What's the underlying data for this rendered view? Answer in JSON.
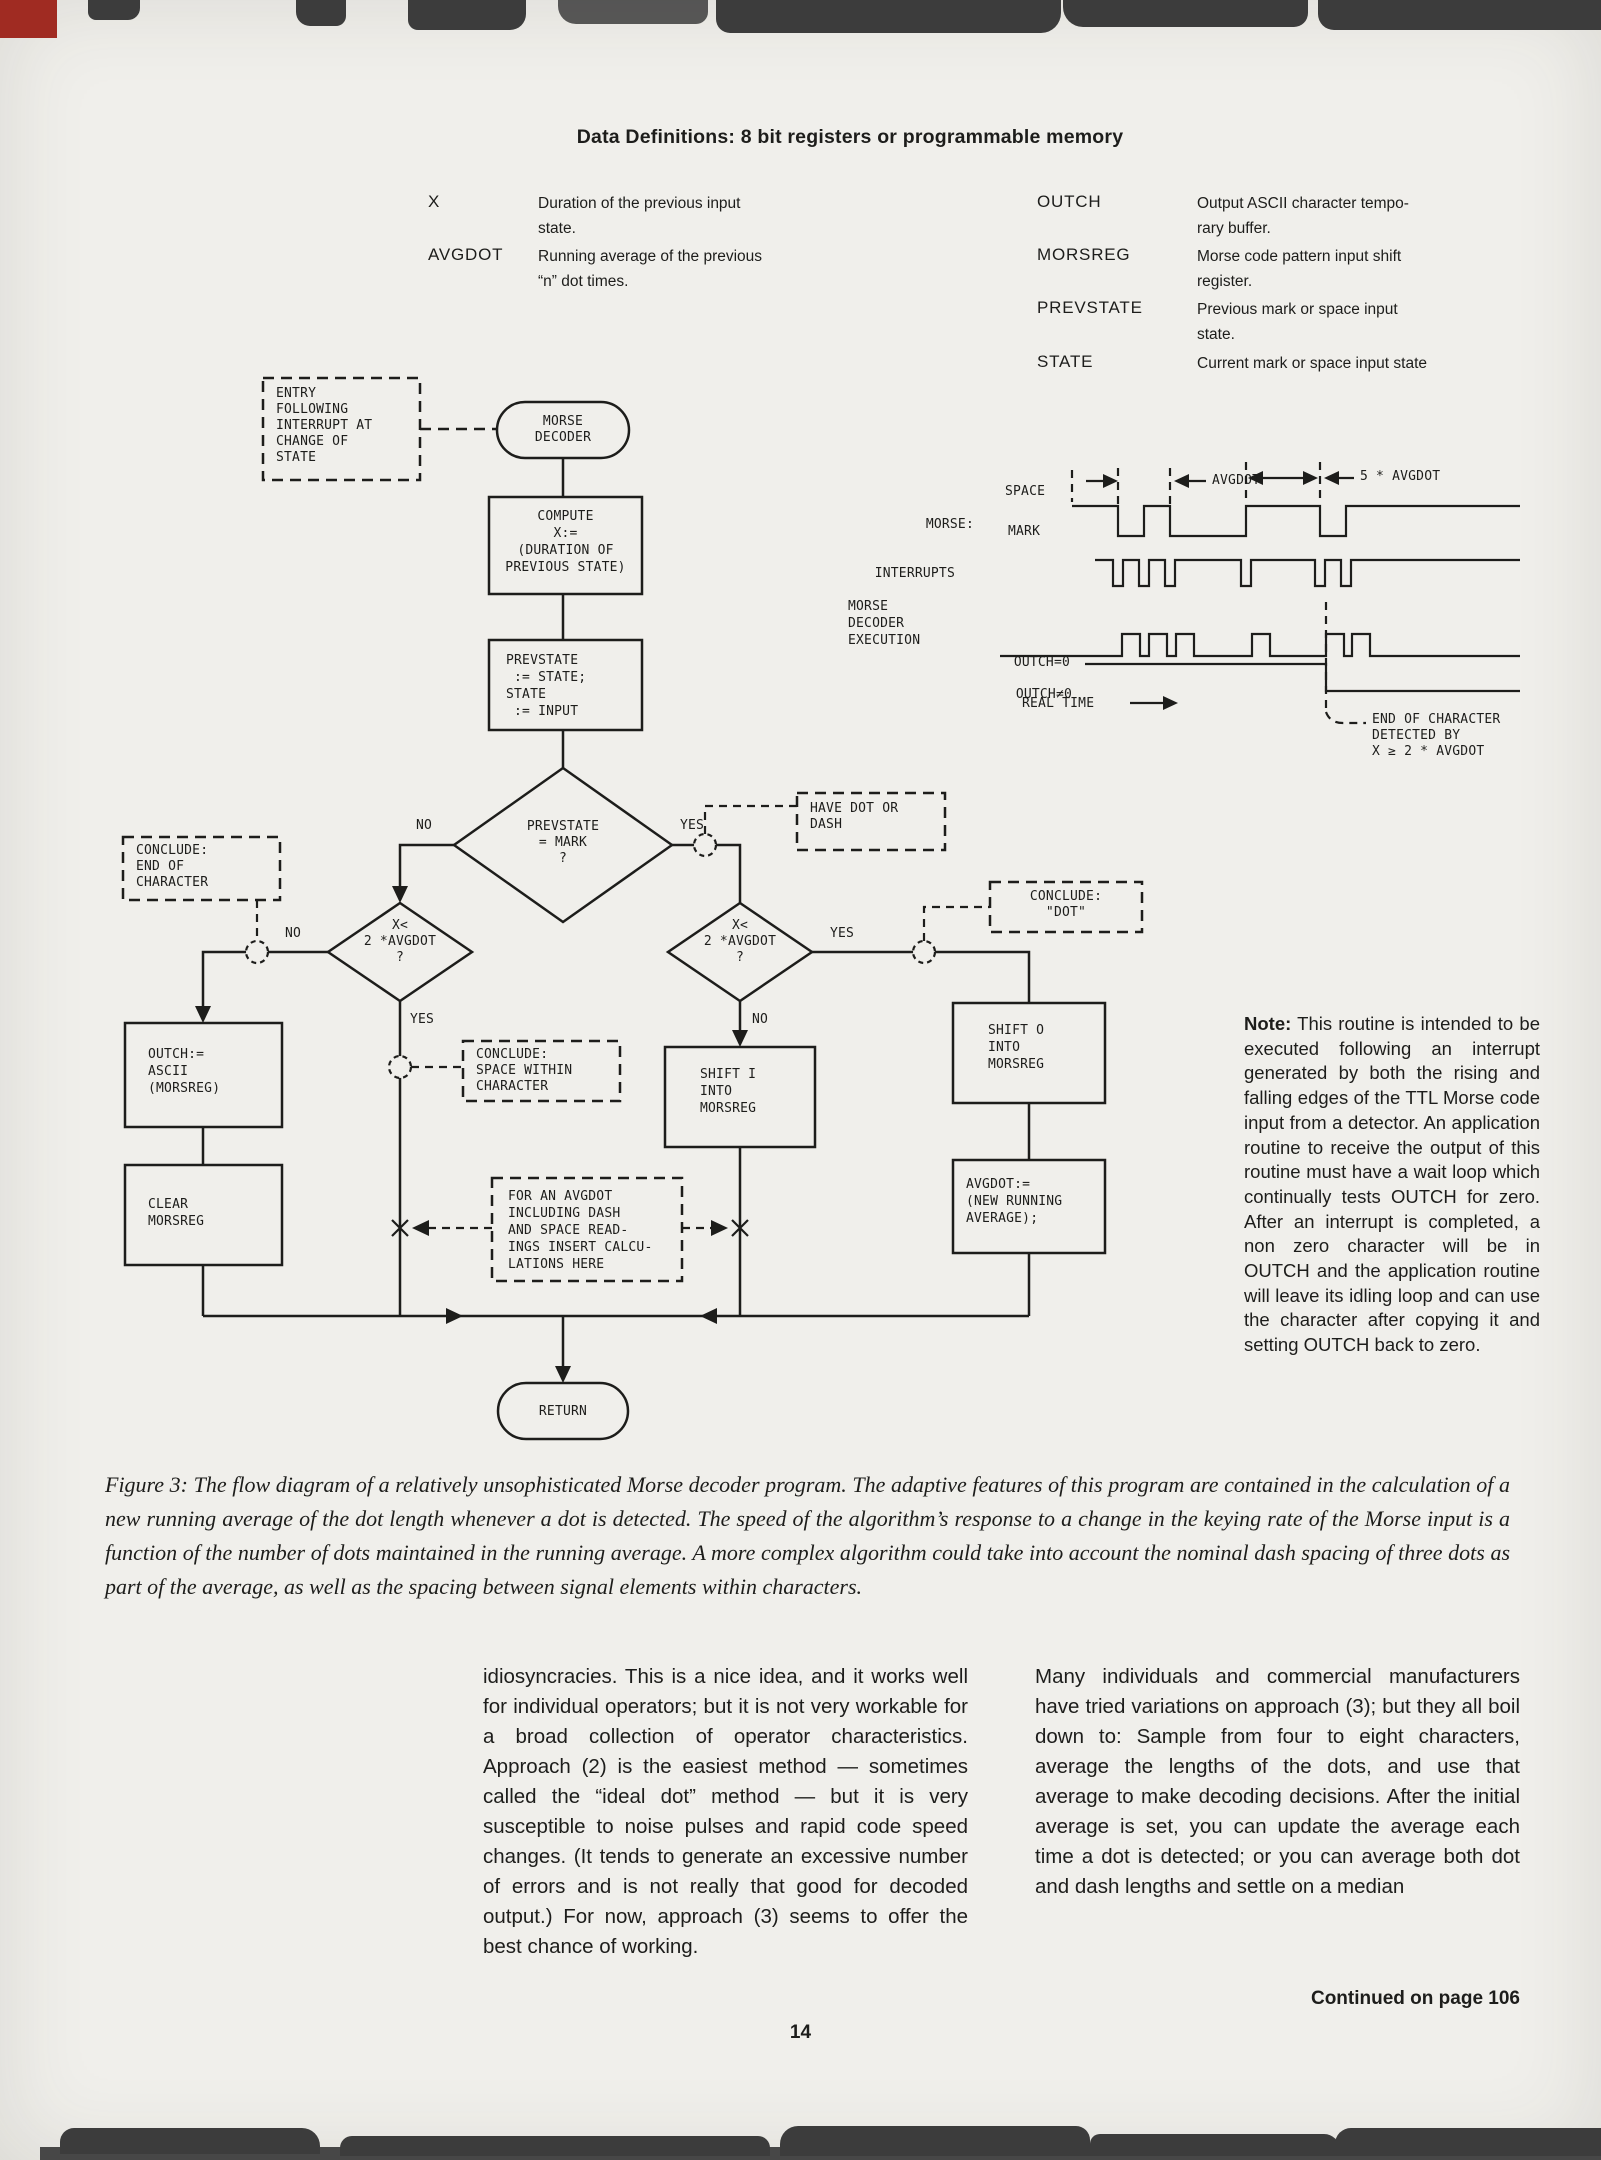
{
  "colors": {
    "paper": "#f0efeb",
    "ink": "#1d1d1b",
    "artifact": "#3c3c3c",
    "red": "#a02b22"
  },
  "header": {
    "title": "Data Definitions: 8 bit registers or programmable memory"
  },
  "definitions": {
    "left": [
      {
        "term": "X",
        "desc": "Duration of the previous input\nstate."
      },
      {
        "term": "AVGDOT",
        "desc": "Running average of the previous\n“n” dot times."
      }
    ],
    "right": [
      {
        "term": "OUTCH",
        "desc": "Output ASCII character tempo-\nrary buffer."
      },
      {
        "term": "MORSREG",
        "desc": "Morse code pattern input shift\nregister."
      },
      {
        "term": "PREVSTATE",
        "desc": "Previous mark or space input\nstate."
      },
      {
        "term": "STATE",
        "desc": "Current mark or space input state"
      }
    ]
  },
  "flow": {
    "entry": "ENTRY\nFOLLOWING\nINTERRUPT AT\nCHANGE OF\nSTATE",
    "start": "MORSE\nDECODER",
    "compute": "COMPUTE\nX:=\n(DURATION OF\nPREVIOUS STATE)",
    "prevstate": "PREVSTATE\n := STATE;\nSTATE\n := INPUT",
    "d1": "PREVSTATE\n= MARK\n?",
    "d1_no": "NO",
    "d1_yes": "YES",
    "have_dot": "HAVE DOT OR\nDASH",
    "conclude_end": "CONCLUDE:\nEND OF\nCHARACTER",
    "d2": "X<\n2 *AVGDOT\n?",
    "d2_no": "NO",
    "d2_yes": "YES",
    "outch": "OUTCH:=\nASCII\n(MORSREG)",
    "clear": "CLEAR\nMORSREG",
    "conclude_space": "CONCLUDE:\nSPACE WITHIN\nCHARACTER",
    "d3": "X<\n2 *AVGDOT\n?",
    "d3_yes": "YES",
    "d3_no": "NO",
    "conclude_dot": "CONCLUDE:\n\"DOT\"",
    "shift1": "SHIFT I\nINTO\nMORSREG",
    "shift0": "SHIFT O\nINTO\nMORSREG",
    "calc_note": "FOR AN AVGDOT\nINCLUDING DASH\nAND SPACE READ-\nINGS INSERT CALCU-\nLATIONS HERE",
    "new_avg": "AVGDOT:=\n(NEW RUNNING\nAVERAGE);",
    "return": "RETURN"
  },
  "timing": {
    "space": "SPACE",
    "mark": "MARK",
    "morse": "MORSE:",
    "interrupts": "INTERRUPTS",
    "exec": "MORSE\nDECODER\nEXECUTION",
    "outch_zero": "OUTCH=0",
    "outch_nonzero": "OUTCH≠0",
    "real_time": "REAL TIME",
    "avgdot": "AVGDOT",
    "five_avgdot": "5 * AVGDOT",
    "end_of_char": "END OF CHARACTER\nDETECTED BY\nX ≥ 2 * AVGDOT"
  },
  "note": {
    "label": "Note:",
    "text": "This routine is intended to be executed following an interrupt generated by both the rising and falling edges of the TTL Morse code input from a detector. An application routine to receive the output of this routine must have a wait loop which continually tests OUTCH for zero. After an interrupt is completed, a non zero character will be in OUTCH and the application routine will leave its idling loop and can use the character after copying it and setting OUTCH back to zero."
  },
  "caption": {
    "label": "Figure 3:",
    "text": "The flow diagram of a relatively unsophisticated Morse decoder program. The adaptive features of this program are contained in the calculation of a new running average of the dot length whenever a dot is detected. The speed of the algorithm’s response to a change in the keying rate of the Morse input is a function of the number of dots maintained in the running average. A more complex algorithm could take into account the nominal dash spacing of three dots as part of the average, as well as the spacing between signal elements within characters."
  },
  "cols": {
    "left": "idiosyncracies. This is a nice idea, and it works well for individual operators; but it is not very workable for a broad collection of operator characteristics. Approach (2) is the easiest method — sometimes called the “ideal dot” method — but it is very susceptible to noise pulses and rapid code speed changes. (It tends to generate an excessive number of errors and is not really that good for decoded output.) For now, approach (3) seems to offer the best chance of working.",
    "right": "Many individuals and commercial manufacturers have tried variations on approach (3); but they all boil down to: Sample from four to eight characters, average the lengths of the dots, and use that average to make decoding decisions. After the initial average is set, you can update the average each time a dot is detected; or you can average both dot and dash lengths and settle on a median",
    "continued": "Continued on page 106"
  },
  "footer": {
    "page": "14"
  }
}
